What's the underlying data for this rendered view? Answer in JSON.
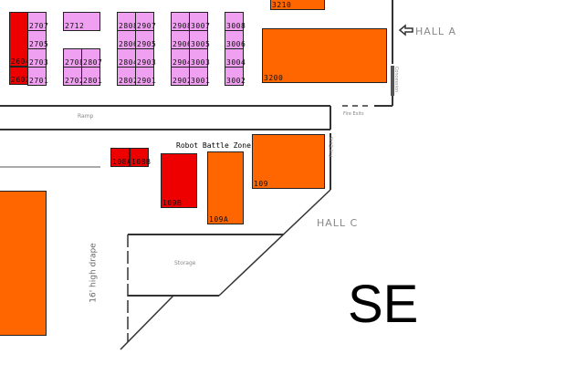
{
  "booths_pink": [
    [
      "2707",
      "2705",
      "2703",
      "2701"
    ],
    [
      "2712"
    ],
    [
      "2708",
      "2702"
    ],
    [
      "2807",
      "2801"
    ],
    [
      "2808",
      "2806",
      "2804",
      "2802"
    ],
    [
      "2907",
      "2905",
      "2903",
      "2901"
    ],
    [
      "2908",
      "2906",
      "2904",
      "2902"
    ],
    [
      "3007",
      "3005",
      "3003",
      "3001"
    ],
    [
      "3008",
      "3006",
      "3004",
      "3002"
    ]
  ],
  "booths_red": {
    "b2604": "2604",
    "b2602": "2602",
    "b108a": "108A",
    "b108b": "108B",
    "b109b": "109B"
  },
  "booths_orange": {
    "b3210": "3210",
    "b3200": "3200",
    "b109a": "109A",
    "b109": "109",
    "left": ""
  },
  "labels": {
    "hall_a": "HALL A",
    "hall_c": "HALL C",
    "ramp": "Ramp",
    "fire_exits_top": "Fire Exits",
    "fire_exits_side": "Fire Exits",
    "concession": "Concession",
    "robot_zone": "Robot Battle Zone",
    "storage": "Storage",
    "drape": "16' high drape",
    "section": "SE"
  },
  "colors": {
    "pink": "#f0a0f0",
    "red": "#ee0000",
    "orange": "#ff6600"
  }
}
